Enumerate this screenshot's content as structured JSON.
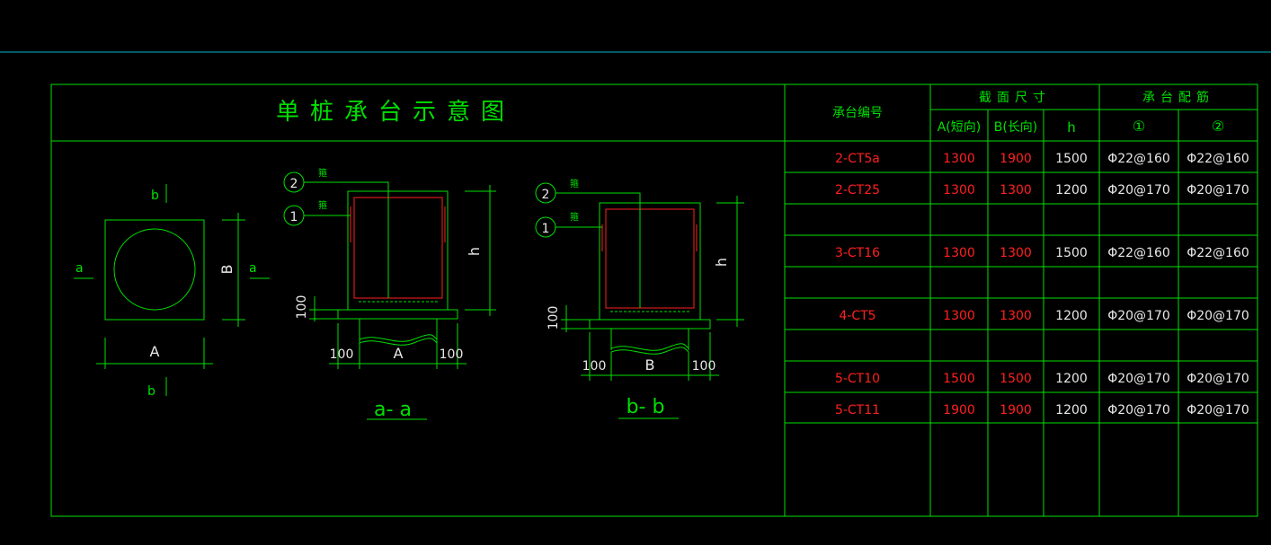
{
  "colors": {
    "background": "#000000",
    "frame": "#00e000",
    "text": "#e8e8e8",
    "red": "#ff2020",
    "cyan": "#00b8c8"
  },
  "drawing": {
    "title": "单桩承台示意图",
    "plan": {
      "label_b_top": "b",
      "label_b_bottom": "b",
      "label_a_left": "a",
      "label_a_right": "a",
      "dim_A": "A",
      "dim_B": "B"
    },
    "section_aa": {
      "caption": "a- a",
      "bar1": "1",
      "bar2": "2",
      "note1": "箍",
      "note2": "箍",
      "dim_h": "h",
      "dim_100_v": "100",
      "dim_left": "100",
      "dim_mid": "A",
      "dim_right": "100"
    },
    "section_bb": {
      "caption": "b- b",
      "bar1": "1",
      "bar2": "2",
      "note1": "箍",
      "note2": "箍",
      "dim_h": "h",
      "dim_100_v": "100",
      "dim_left": "100",
      "dim_mid": "B",
      "dim_right": "100"
    }
  },
  "table": {
    "headers": {
      "id": "承台编号",
      "section": "截面尺寸",
      "rebar": "承台配筋",
      "a": "A(短向)",
      "b": "B(长向)",
      "h": "h",
      "r1": "①",
      "r2": "②"
    },
    "rows": [
      {
        "id": "2-CT5a",
        "a": "1300",
        "b": "1900",
        "h": "1500",
        "r1": "Φ22@160",
        "r2": "Φ22@160"
      },
      {
        "id": "2-CT25",
        "a": "1300",
        "b": "1300",
        "h": "1200",
        "r1": "Φ20@170",
        "r2": "Φ20@170"
      },
      {
        "id": "",
        "a": "",
        "b": "",
        "h": "",
        "r1": "",
        "r2": ""
      },
      {
        "id": "3-CT16",
        "a": "1300",
        "b": "1300",
        "h": "1500",
        "r1": "Φ22@160",
        "r2": "Φ22@160"
      },
      {
        "id": "",
        "a": "",
        "b": "",
        "h": "",
        "r1": "",
        "r2": ""
      },
      {
        "id": "4-CT5",
        "a": "1300",
        "b": "1300",
        "h": "1200",
        "r1": "Φ20@170",
        "r2": "Φ20@170"
      },
      {
        "id": "",
        "a": "",
        "b": "",
        "h": "",
        "r1": "",
        "r2": ""
      },
      {
        "id": "5-CT10",
        "a": "1500",
        "b": "1500",
        "h": "1200",
        "r1": "Φ20@170",
        "r2": "Φ20@170"
      },
      {
        "id": "5-CT11",
        "a": "1900",
        "b": "1900",
        "h": "1200",
        "r1": "Φ20@170",
        "r2": "Φ20@170"
      }
    ]
  }
}
